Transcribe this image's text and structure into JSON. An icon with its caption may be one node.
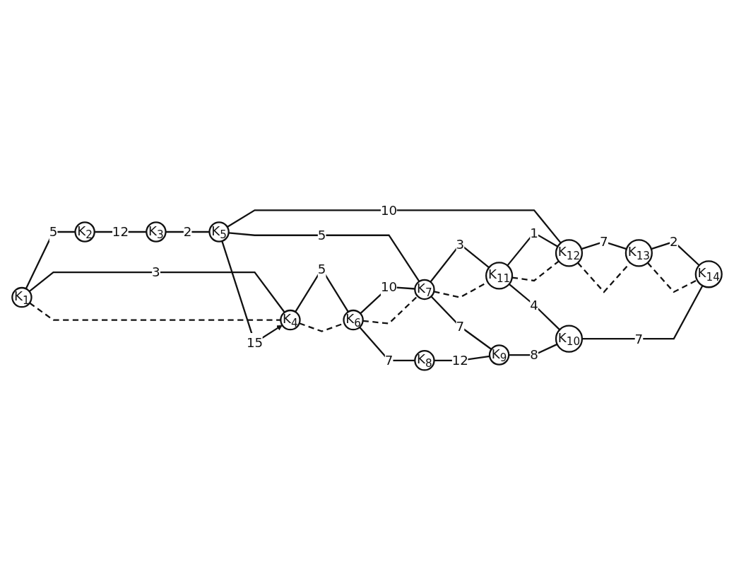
{
  "diagram": {
    "nodes": [
      {
        "text": [
          "K$_{1}$"
        ]
      },
      {
        "text": [
          "K$_{2}$"
        ]
      },
      {
        "text": [
          "K$_{3}$"
        ]
      },
      {
        "text": [
          "K$_{4}$"
        ]
      },
      {
        "text": [
          "K$_{5}$"
        ]
      },
      {
        "text": [
          "K$_{6}$"
        ]
      },
      {
        "text": [
          "K$_{7}$"
        ]
      },
      {
        "text": [
          "K$_{8}$"
        ]
      },
      {
        "text": [
          "K$_{9}$"
        ]
      },
      {
        "text": [
          "K$_{10}$"
        ]
      },
      {
        "text": [
          "K$_{11}$"
        ]
      },
      {
        "text": [
          "K$_{12}$"
        ]
      },
      {
        "text": [
          "K$_{13}$"
        ]
      },
      {
        "text": [
          "K$_{14}$"
        ]
      }
    ],
    "edges": [
      {
        "from": 0,
        "to": 1,
        "arrow": "none",
        "label": "5"
      },
      {
        "from": 1,
        "to": 2,
        "arrow": "none",
        "label": "12"
      },
      {
        "from": 2,
        "to": 4,
        "arrow": "none",
        "label": "2"
      },
      {
        "from": 0,
        "to": 3,
        "arrow": "none",
        "label": "3"
      },
      {
        "from": 0,
        "to": 3,
        "arrow": "none",
        "style": "dashed"
      },
      {
        "from": 4,
        "to": 3,
        "arrow": "to",
        "label": "15"
      },
      {
        "from": 4,
        "to": 6,
        "arrow": "none",
        "label": "5"
      },
      {
        "from": 4,
        "to": 11,
        "arrow": "none",
        "label": "10"
      },
      {
        "from": 3,
        "to": 5,
        "arrow": "none",
        "label": "5"
      },
      {
        "from": 3,
        "to": 5,
        "arrow": "none",
        "style": "dashed"
      },
      {
        "from": 5,
        "to": 6,
        "arrow": "none",
        "label": "10"
      },
      {
        "from": 5,
        "to": 6,
        "arrow": "none",
        "style": "dashed"
      },
      {
        "from": 6,
        "to": 10,
        "arrow": "none",
        "label": "3"
      },
      {
        "from": 6,
        "to": 10,
        "arrow": "none",
        "style": "dashed"
      },
      {
        "from": 10,
        "to": 11,
        "arrow": "none",
        "label": "1"
      },
      {
        "from": 10,
        "to": 11,
        "arrow": "none",
        "style": "dashed"
      },
      {
        "from": 11,
        "to": 12,
        "arrow": "none",
        "label": "7"
      },
      {
        "from": 11,
        "to": 12,
        "arrow": "none",
        "style": "dashed"
      },
      {
        "from": 12,
        "to": 13,
        "arrow": "none",
        "label": "2"
      },
      {
        "from": 12,
        "to": 13,
        "arrow": "none",
        "style": "dashed"
      },
      {
        "from": 9,
        "to": 13,
        "arrow": "none",
        "label": "7"
      },
      {
        "from": 10,
        "to": 9,
        "arrow": "none",
        "label": "4"
      },
      {
        "from": 6,
        "to": 8,
        "arrow": "none",
        "label": "7"
      },
      {
        "from": 5,
        "to": 7,
        "arrow": "none",
        "label": "7"
      },
      {
        "from": 7,
        "to": 8,
        "arrow": "none",
        "label": "12"
      },
      {
        "from": 8,
        "to": 9,
        "arrow": "none",
        "label": "8"
      }
    ]
  }
}
